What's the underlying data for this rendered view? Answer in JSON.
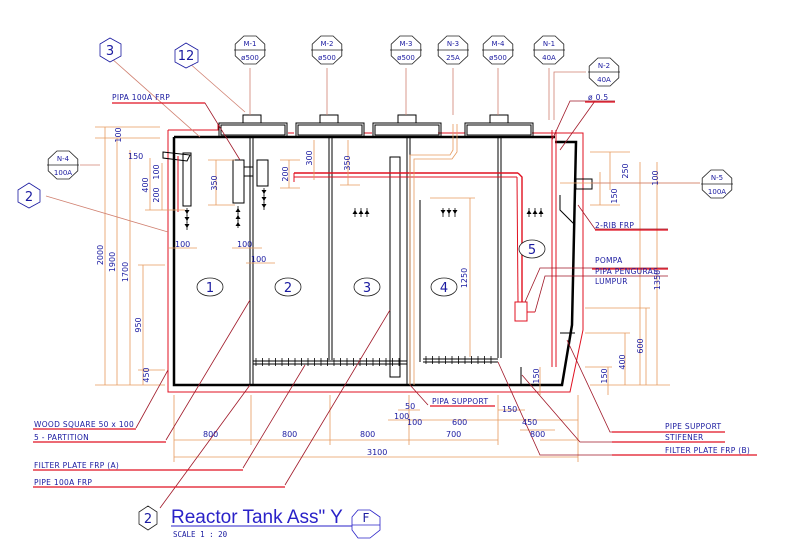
{
  "drawing": {
    "title": "Reactor Tank Ass\" Y",
    "scale": "SCALE  1 : 20",
    "sheet_marker": "F",
    "detail_marker": "2"
  },
  "nozzles": [
    {
      "id": "M-1",
      "size": "ø500"
    },
    {
      "id": "M-2",
      "size": "ø500"
    },
    {
      "id": "M-3",
      "size": "ø500"
    },
    {
      "id": "N-3",
      "size": "25A"
    },
    {
      "id": "M-4",
      "size": "ø500"
    },
    {
      "id": "N-1",
      "size": "40A"
    },
    {
      "id": "N-2",
      "size": "40A"
    },
    {
      "id": "N-4",
      "size": "100A"
    },
    {
      "id": "N-5",
      "size": "100A"
    }
  ],
  "item_bubbles": {
    "b3": "3",
    "b12": "12",
    "b2": "2"
  },
  "compartments": [
    "1",
    "2",
    "3",
    "4",
    "5"
  ],
  "labels": {
    "pipa_100a_frp": "PIPA 100A FRP",
    "phi_05": "ø 0.5",
    "rib_frp": "2-RIB FRP",
    "pompa": "POMPA",
    "pipa_pencuras": "PIPA PENGURAS",
    "lumpur": "LUMPUR",
    "pipa_support": "PIPA SUPPORT",
    "pipe_support": "PIPE SUPPORT",
    "stifener": "STIFENER",
    "filter_plate_b": "FILTER PLATE FRP (B)",
    "wood_square": "WOOD SQUARE 50 x 100",
    "partition": "5 - PARTITION",
    "filter_plate_a": "FILTER PLATE FRP (A)",
    "pipe_100a_frp": "PIPE 100A FRP"
  },
  "dimensions": {
    "left": {
      "d100": "100",
      "d150": "150",
      "d400": "400",
      "d100b": "100",
      "d200": "200",
      "d2000": "2000",
      "d1900": "1900",
      "d1700": "1700",
      "d950": "950",
      "d450": "450",
      "d350": "350"
    },
    "inner": {
      "d100a": "100",
      "d100b": "100",
      "d100c": "100",
      "d200": "200",
      "d300": "300",
      "d350": "350",
      "d1250": "1250"
    },
    "right": {
      "d250": "250",
      "d150": "150",
      "d100": "100",
      "d1350": "1350",
      "d600": "600",
      "d400": "400",
      "d150b": "150",
      "d150c": "150"
    },
    "bottom": {
      "d800a": "800",
      "d800b": "800",
      "d800c": "800",
      "d3100": "3100",
      "d50": "50",
      "d100a": "100",
      "d100b": "100",
      "d600": "600",
      "d700": "700",
      "d150": "150",
      "d450": "450",
      "d800d": "800"
    }
  }
}
